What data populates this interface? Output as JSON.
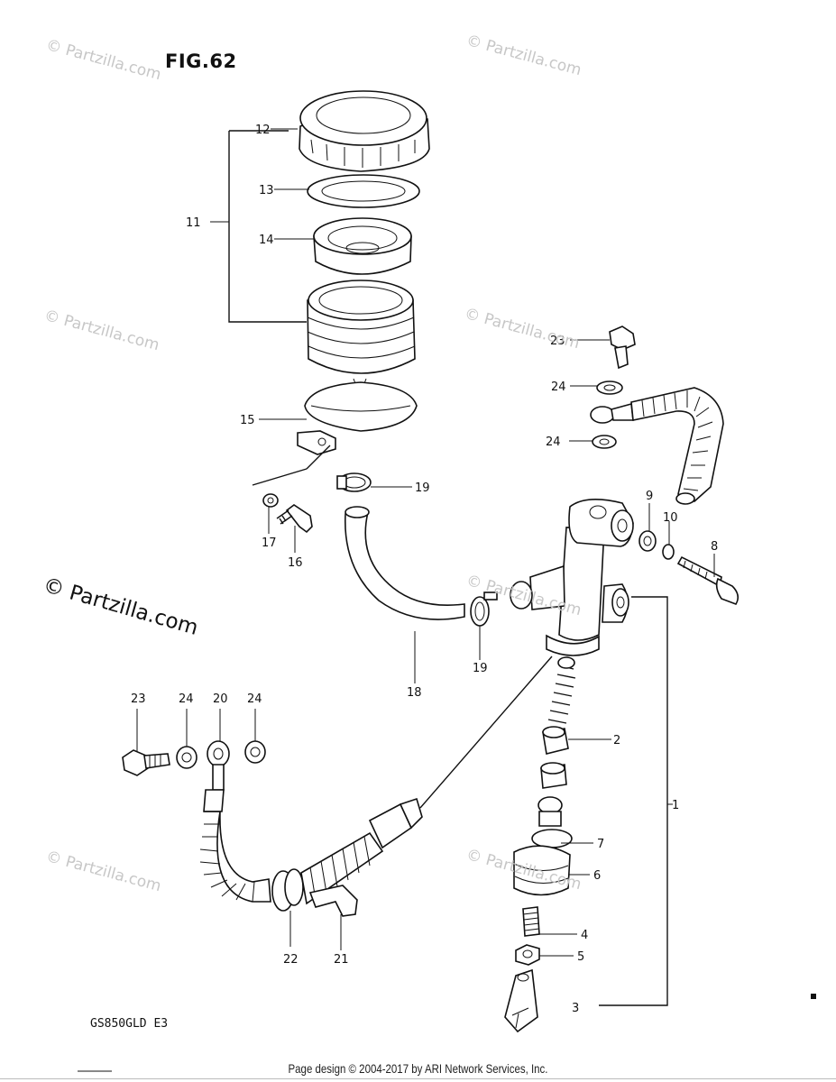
{
  "figure": {
    "title": "FIG.62",
    "model_code": "GS850GLD E3"
  },
  "footer": {
    "text": "Page design © 2004-2017 by ARI Network Services, Inc."
  },
  "watermark": {
    "text": "© Partzilla.com"
  },
  "callouts": [
    "1",
    "2",
    "3",
    "4",
    "5",
    "6",
    "7",
    "8",
    "9",
    "10",
    "11",
    "12",
    "13",
    "14",
    "15",
    "16",
    "17",
    "18",
    "19",
    "19",
    "20",
    "21",
    "22",
    "23",
    "23",
    "24",
    "24",
    "24",
    "24"
  ],
  "icons": {
    "diagram": "brake-master-cylinder-exploded-view"
  }
}
